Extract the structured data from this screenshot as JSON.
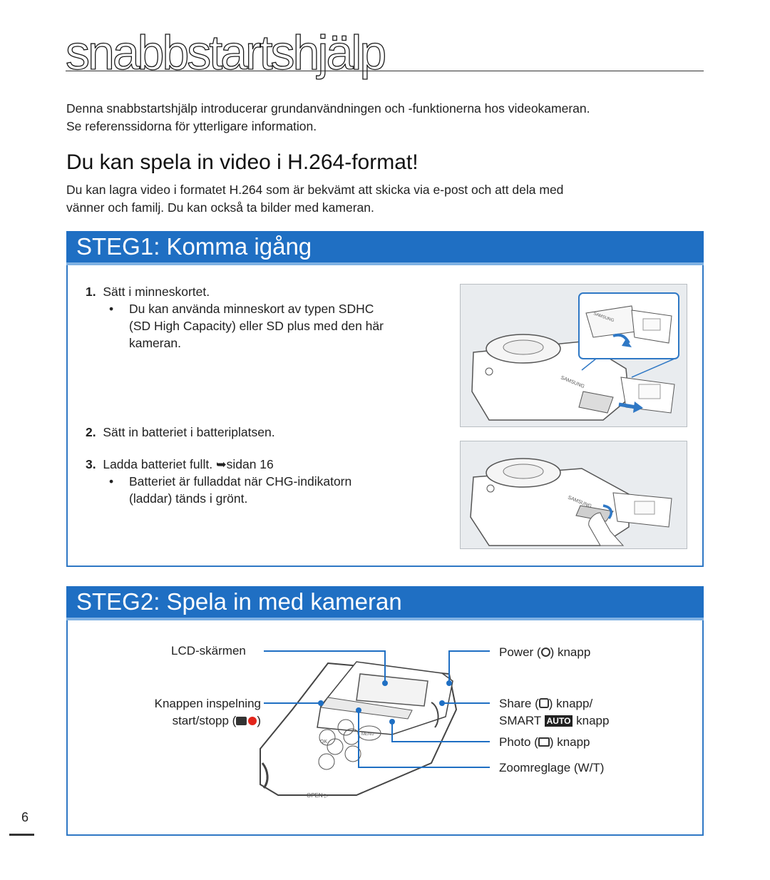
{
  "page": {
    "title": "snabbstartshjälp",
    "intro_line1": "Denna snabbstartshjälp introducerar grundanvändningen och -funktionerna hos videokameran.",
    "intro_line2": "Se referenssidorna för ytterligare information.",
    "number": "6"
  },
  "format_section": {
    "heading": "Du kan spela in video i H.264-format!",
    "body_line1": "Du kan lagra video i formatet H.264 som är bekvämt att skicka via e-post och att dela med",
    "body_line2": "vänner och familj. Du kan också ta bilder med kameran."
  },
  "step1": {
    "heading": "STEG1: Komma igång",
    "items": [
      {
        "num": "1.",
        "text": "Sätt i minneskortet.",
        "bullet_lines": [
          "Du kan använda minneskort av typen SDHC",
          "(SD High Capacity) eller SD plus med den här",
          "kameran."
        ]
      },
      {
        "num": "2.",
        "text": "Sätt in batteriet i batteriplatsen."
      },
      {
        "num": "3.",
        "text": "Ladda batteriet fullt.",
        "ref_arrow": "➥",
        "ref": "sidan 16",
        "bullet_lines": [
          "Batteriet är fulladdat när CHG-indikatorn",
          "(laddar) tänds i grönt."
        ]
      }
    ],
    "brand_text": "SAMSUNG"
  },
  "step2": {
    "heading": "STEG2: Spela in med kameran",
    "labels": {
      "lcd": "LCD-skärmen",
      "record_line1": "Knappen inspelning",
      "record_line2_prefix": "start/stopp (",
      "record_line2_suffix": ")",
      "power_prefix": "Power (",
      "power_suffix": ") knapp",
      "share_prefix": "Share (",
      "share_suffix": ") knapp/",
      "smart": "SMART",
      "auto_badge": "AUTO",
      "smart_suffix": "knapp",
      "photo_prefix": "Photo (",
      "photo_suffix": ") knapp",
      "zoom": "Zoomreglage (W/T)"
    },
    "camera_text": {
      "ok": "OK",
      "menu": "MENU",
      "open": "OPEN ▷"
    }
  },
  "colors": {
    "header_blue": "#1f6fc3",
    "header_underline": "#7fb1e3",
    "box_border": "#2f78c5",
    "callout_line": "#1f6fc3"
  }
}
